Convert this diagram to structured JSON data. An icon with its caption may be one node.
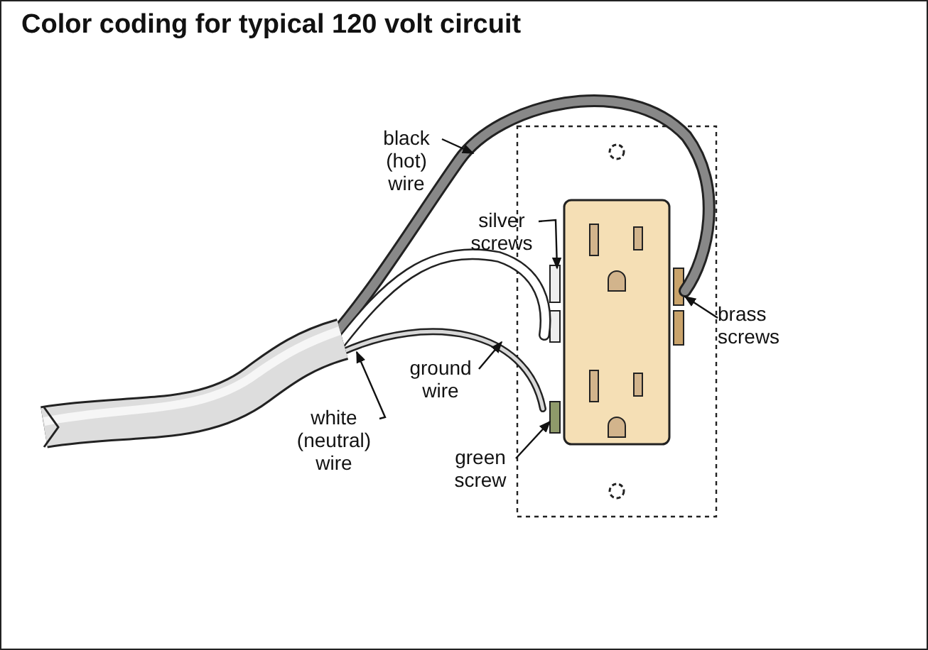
{
  "diagram": {
    "title": "Color coding for typical 120 volt circuit",
    "nodes": [
      {
        "text": [
          "black (hot) wire"
        ]
      },
      {
        "text": [
          "silver screws"
        ]
      },
      {
        "text": [
          "brass screws"
        ]
      },
      {
        "text": [
          "ground wire"
        ]
      },
      {
        "text": [
          "white (neutral) wire"
        ]
      },
      {
        "text": [
          "green screw"
        ]
      }
    ],
    "edges": [
      {
        "from": 0,
        "to": null,
        "arrow": "to"
      },
      {
        "from": 1,
        "to": null,
        "arrow": "to"
      },
      {
        "from": 2,
        "to": null,
        "arrow": "to"
      },
      {
        "from": 3,
        "to": null,
        "arrow": "to"
      },
      {
        "from": 4,
        "to": null,
        "arrow": "to"
      },
      {
        "from": 5,
        "to": null,
        "arrow": "to"
      }
    ]
  }
}
